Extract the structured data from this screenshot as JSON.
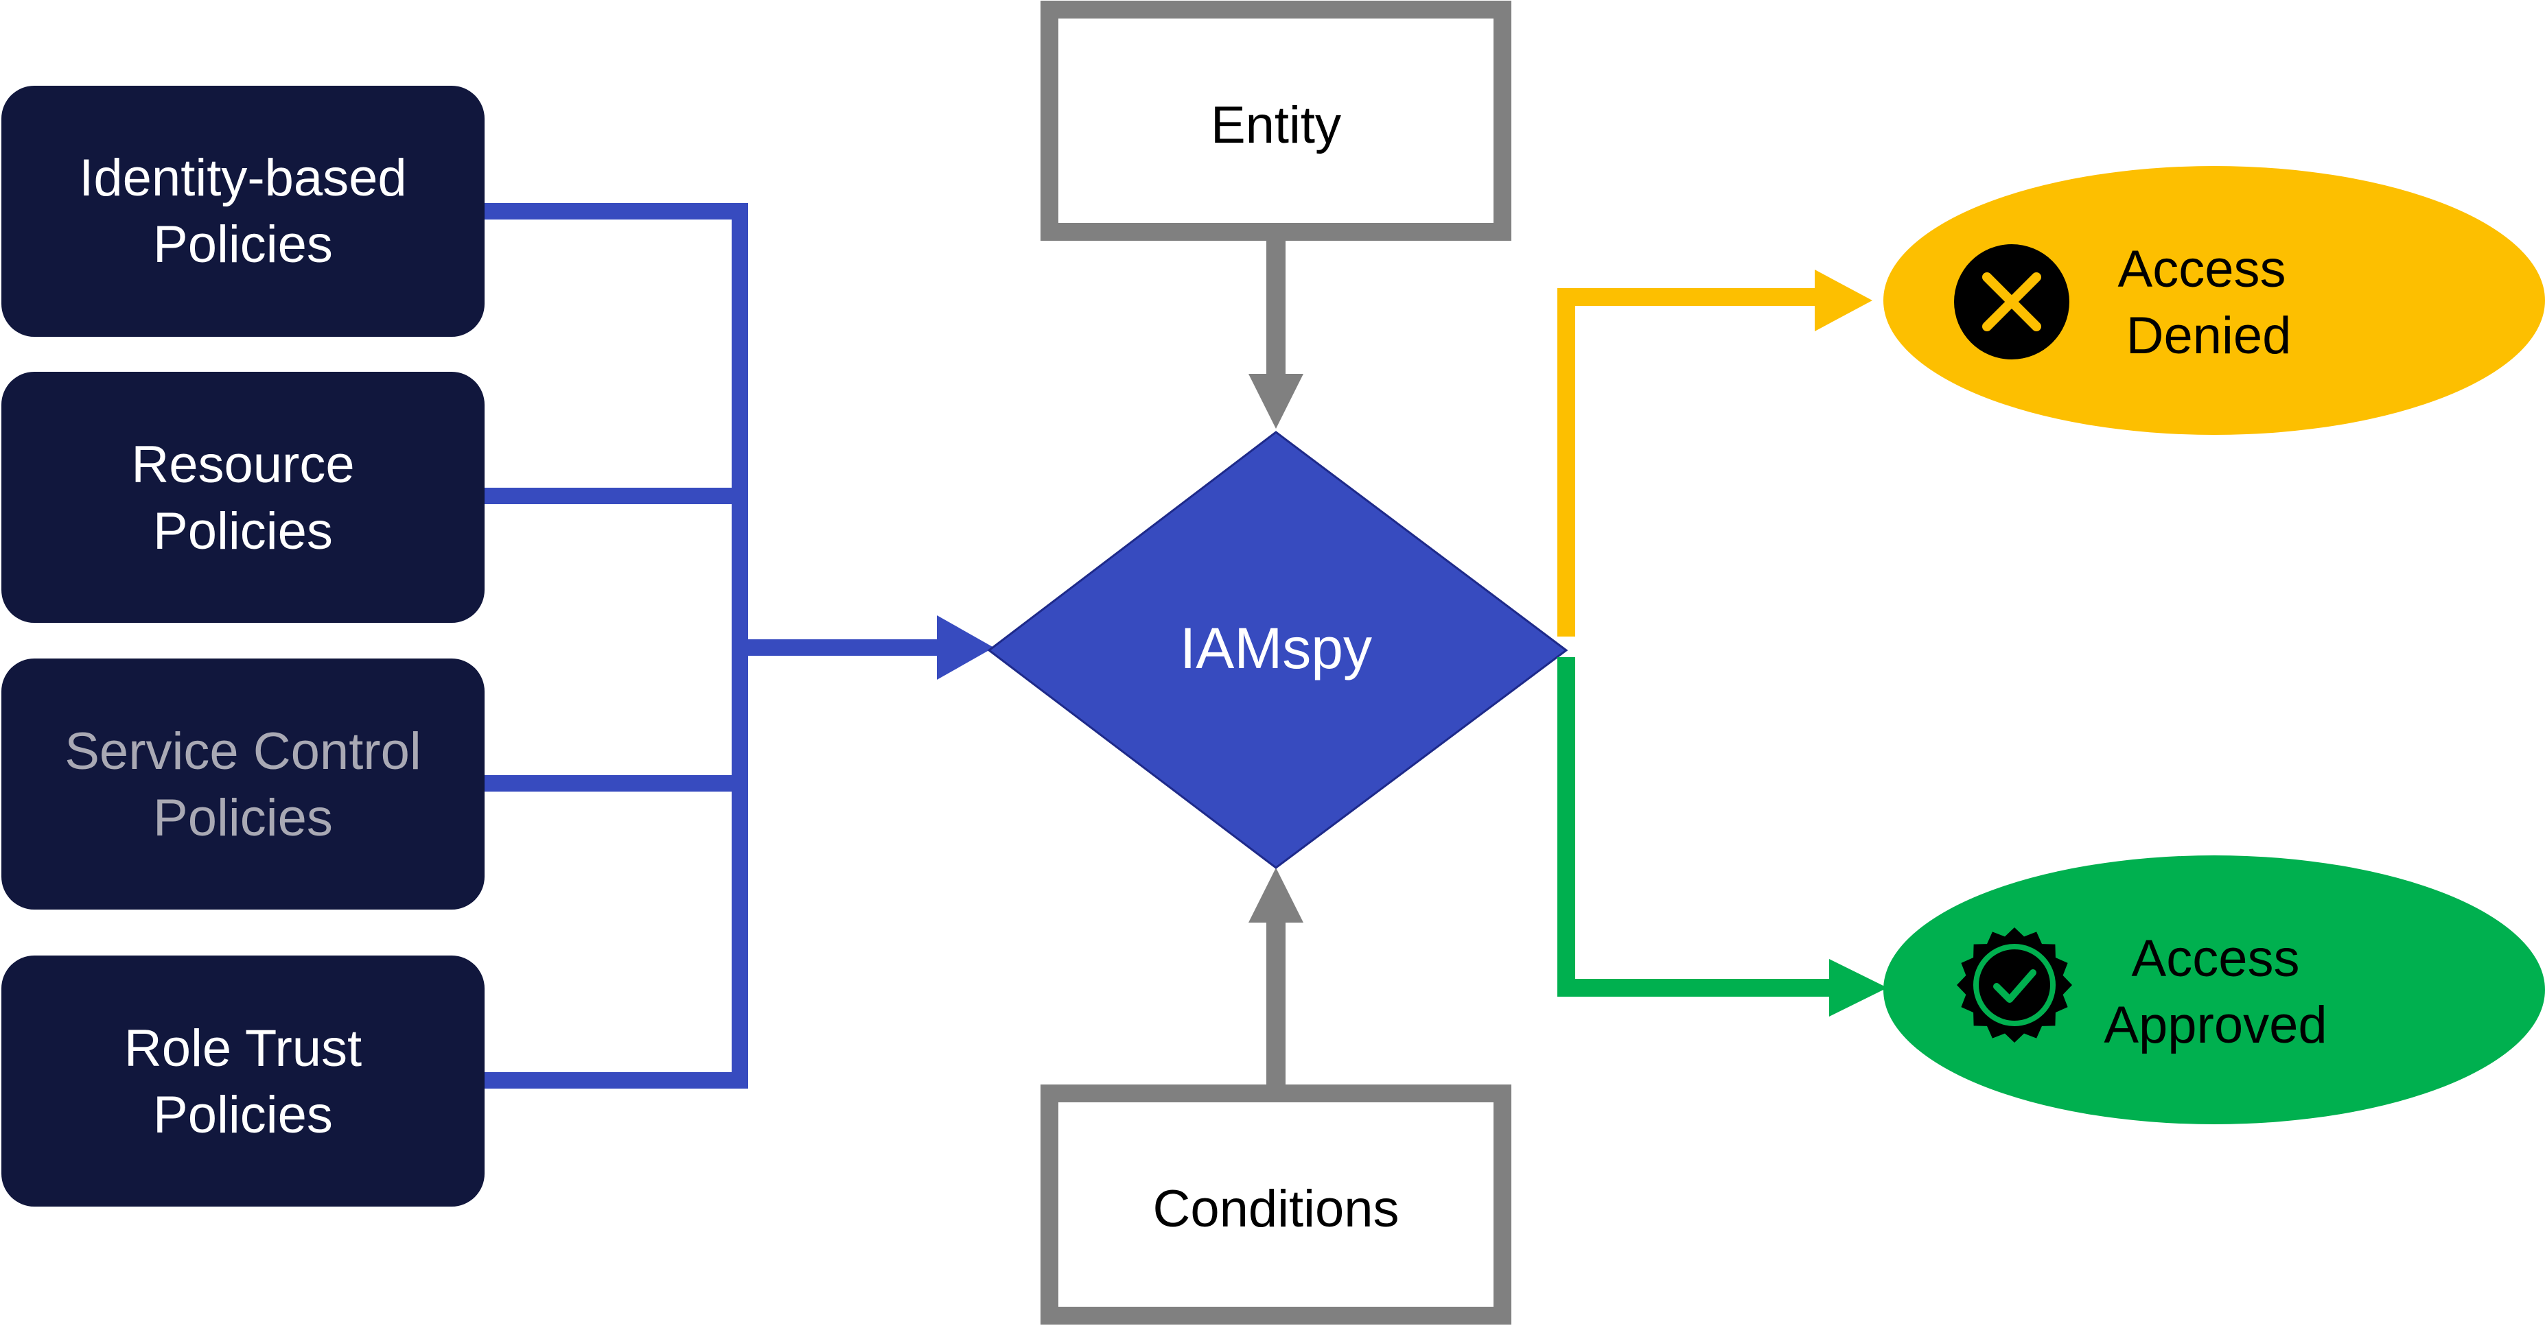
{
  "policies": [
    {
      "line1": "Identity-based",
      "line2": "Policies",
      "muted": false
    },
    {
      "line1": "Resource",
      "line2": "Policies",
      "muted": false
    },
    {
      "line1": "Service Control",
      "line2": "Policies",
      "muted": true
    },
    {
      "line1": "Role Trust",
      "line2": "Policies",
      "muted": false
    }
  ],
  "entity": {
    "label": "Entity"
  },
  "conditions": {
    "label": "Conditions"
  },
  "engine": {
    "label": "IAMspy"
  },
  "denied": {
    "line1": "Access",
    "line2": "Denied",
    "icon": "x-circle-icon"
  },
  "approved": {
    "line1": "Access",
    "line2": "Approved",
    "icon": "badge-check-icon"
  },
  "colors": {
    "policy_fill": "#11173d",
    "policy_text": "#ffffff",
    "policy_text_muted": "#a9a9b4",
    "connector_blue": "#374bbf",
    "engine_fill": "#374bbf",
    "gray": "#808080",
    "denied_fill": "#fdbf00",
    "approved_fill": "#00b04f"
  }
}
